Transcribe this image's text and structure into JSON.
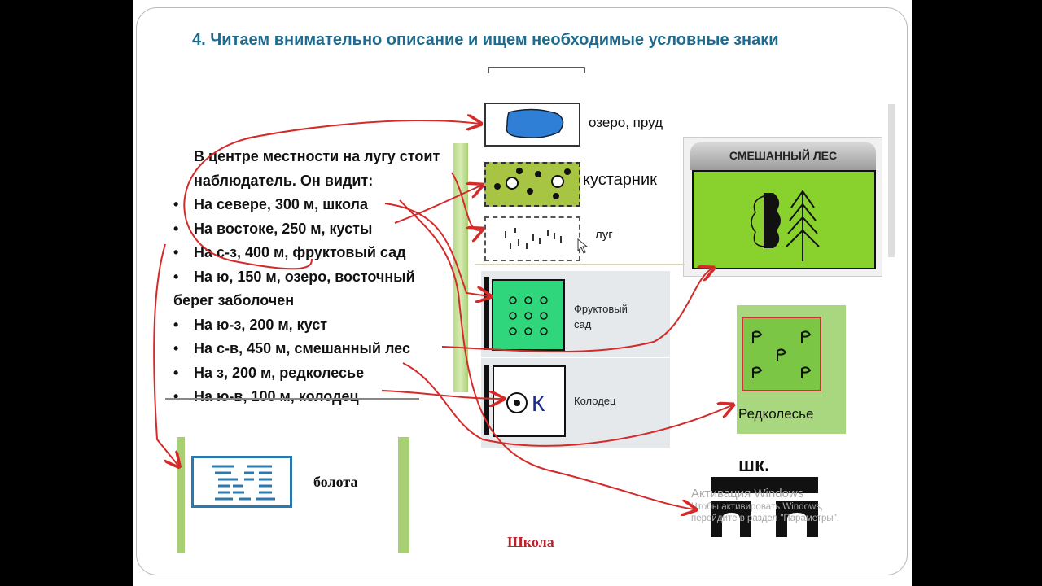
{
  "title": "4. Читаем внимательно описание и ищем необходимые условные знаки",
  "description": {
    "intro": "В центре местности на лугу стоит наблюдатель. Он видит:",
    "items": [
      "На севере, 300 м, школа",
      "На востоке, 250 м, кусты",
      "На с-з, 400 м, фруктовый сад",
      "На ю, 150 м, озеро, восточный",
      "берег заболочен",
      "На ю-з, 200 м, куст",
      "На с-в, 450 м, смешанный лес",
      "На з, 200 м, редколесье",
      "На ю-в, 100 м, колодец"
    ]
  },
  "legend": {
    "lake": "озеро, пруд",
    "bush": "кустарник",
    "meadow": "луг",
    "orchard": "Фруктовый сад",
    "well": "Колодец",
    "well_letter": "К",
    "mixed_forest": "СМЕШАННЫЙ ЛЕС",
    "sparse_forest": "Редколесье",
    "swamp": "болота",
    "school_caption": "Школа",
    "school_abbr": "шк."
  },
  "watermark": {
    "title": "Активация Windows",
    "line1": "Чтобы активировать Windows,",
    "line2": "перейдите в раздел \"Параметры\"."
  },
  "colors": {
    "title": "#1f6b8f",
    "arrows": "#d42a2a",
    "lake": "#2f7fd6",
    "bush": "#a7c442",
    "forest": "#89d12d",
    "orchard": "#2fd67c",
    "sparse": "#7cc646"
  }
}
